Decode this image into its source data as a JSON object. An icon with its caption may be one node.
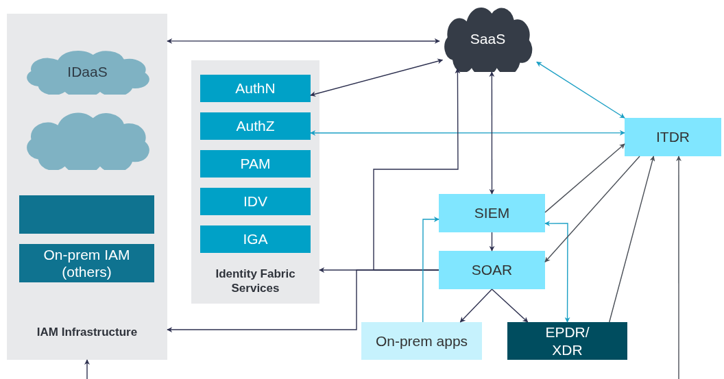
{
  "diagram": {
    "nodes": [
      {
        "text": [
          "IAM Infrastructure"
        ]
      },
      {
        "text": [
          "IDaaS"
        ],
        "in": 0
      },
      {
        "text": [],
        "shape": "cloud",
        "in": 0
      },
      {
        "text": [],
        "shape": "box",
        "in": 0
      },
      {
        "text": [
          "On-prem IAM (others)"
        ],
        "in": 0
      },
      {
        "text": [
          "Identity Fabric Services"
        ]
      },
      {
        "text": [
          "AuthN"
        ],
        "in": 5
      },
      {
        "text": [
          "AuthZ"
        ],
        "in": 5
      },
      {
        "text": [
          "PAM"
        ],
        "in": 5
      },
      {
        "text": [
          "IDV"
        ],
        "in": 5
      },
      {
        "text": [
          "IGA"
        ],
        "in": 5
      },
      {
        "text": [
          "SaaS"
        ]
      },
      {
        "text": [
          "ITDR"
        ]
      },
      {
        "text": [
          "SIEM"
        ]
      },
      {
        "text": [
          "SOAR"
        ]
      },
      {
        "text": [
          "On-prem apps"
        ]
      },
      {
        "text": [
          "EPDR/ XDR"
        ]
      }
    ],
    "edges": [
      {
        "from": 0,
        "to": 11,
        "arrow": "both"
      },
      {
        "from": 6,
        "to": 11,
        "arrow": "both"
      },
      {
        "from": 7,
        "to": 12,
        "arrow": "both",
        "color": "#1a9fc4"
      },
      {
        "from": 11,
        "to": 12,
        "arrow": "both",
        "color": "#1a9fc4"
      },
      {
        "from": 11,
        "to": 13,
        "arrow": "both"
      },
      {
        "from": 13,
        "to": 14,
        "arrow": "to"
      },
      {
        "from": 14,
        "to": 5,
        "arrow": "to"
      },
      {
        "from": 14,
        "to": 11,
        "arrow": "to"
      },
      {
        "from": 14,
        "to": 0,
        "arrow": "to"
      },
      {
        "from": 14,
        "to": 15,
        "arrow": "to"
      },
      {
        "from": 14,
        "to": 16,
        "arrow": "to"
      },
      {
        "from": 15,
        "to": 13,
        "arrow": "to",
        "color": "#1a9fc4"
      },
      {
        "from": 16,
        "to": 13,
        "arrow": "both",
        "color": "#1a9fc4"
      },
      {
        "from": 13,
        "to": 12,
        "arrow": "to",
        "color": "#4a4f57"
      },
      {
        "from": 12,
        "to": 14,
        "arrow": "to",
        "color": "#4a4f57"
      },
      {
        "from": 16,
        "to": 12,
        "arrow": "to",
        "color": "#4a4f57"
      },
      {
        "from": null,
        "to": 12,
        "arrow": "to",
        "color": "#4a4f57"
      },
      {
        "from": null,
        "to": 0,
        "arrow": "to"
      }
    ]
  }
}
